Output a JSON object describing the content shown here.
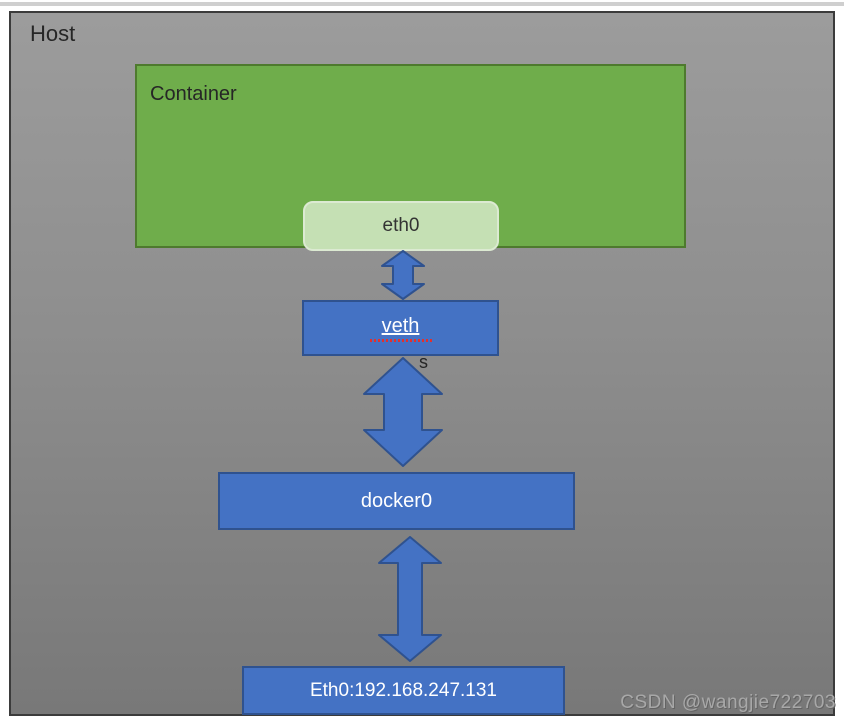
{
  "diagram": {
    "host": {
      "label": "Host"
    },
    "container": {
      "label": "Container",
      "interface_label": "eth0"
    },
    "nodes": [
      {
        "id": "veth",
        "label": "veth"
      },
      {
        "id": "docker0",
        "label": "docker0"
      },
      {
        "id": "host-eth0",
        "label": "Eth0:192.168.247.131"
      }
    ],
    "stray_char": "s",
    "watermark": "CSDN @wangjie722703",
    "colors": {
      "host_bg_top": "#9c9c9c",
      "host_bg_bottom": "#787878",
      "host_border": "#3b3b3b",
      "container_green": "#6fad4b",
      "container_border": "#4e7a2e",
      "chip_light_green": "#c5e0b4",
      "node_blue": "#4472c4",
      "node_border_blue": "#2f528f",
      "text_dark": "#262626",
      "text_light": "#ffffff",
      "spellcheck_red": "#e0312e",
      "watermark_gray": "#a8a8a8"
    }
  }
}
